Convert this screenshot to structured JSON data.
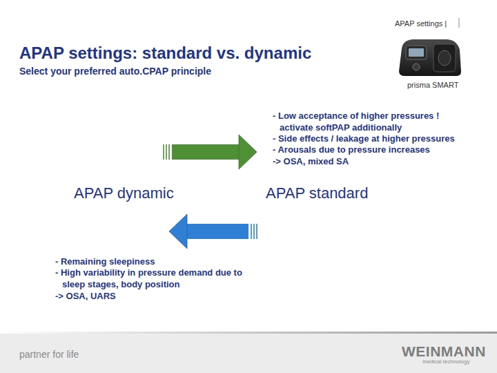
{
  "diagram": {
    "title": "APAP settings: standard vs. dynamic",
    "nodes": [
      {
        "text": [
          "APAP dynamic"
        ]
      },
      {
        "text": [
          "APAP standard"
        ]
      }
    ],
    "edges": [
      {
        "from": 0,
        "to": 1,
        "arrow": "to"
      },
      {
        "from": 1,
        "to": 0,
        "arrow": "to"
      }
    ],
    "labels": [
      "APAP settings |",
      "Select your preferred auto.CPAP principle",
      "prisma SMART",
      "- Low acceptance of higher pressures ! activate softPAP additionally",
      "- Side effects / leakage at higher pressures",
      "- Arousals due to pressure increases",
      "-> OSA, mixed SA",
      "- Remaining sleepiness",
      "- High variability in pressure demand due to sleep stages, body position",
      "-> OSA, UARS",
      "partner for life",
      "WEINMANN",
      "medical technology"
    ]
  }
}
